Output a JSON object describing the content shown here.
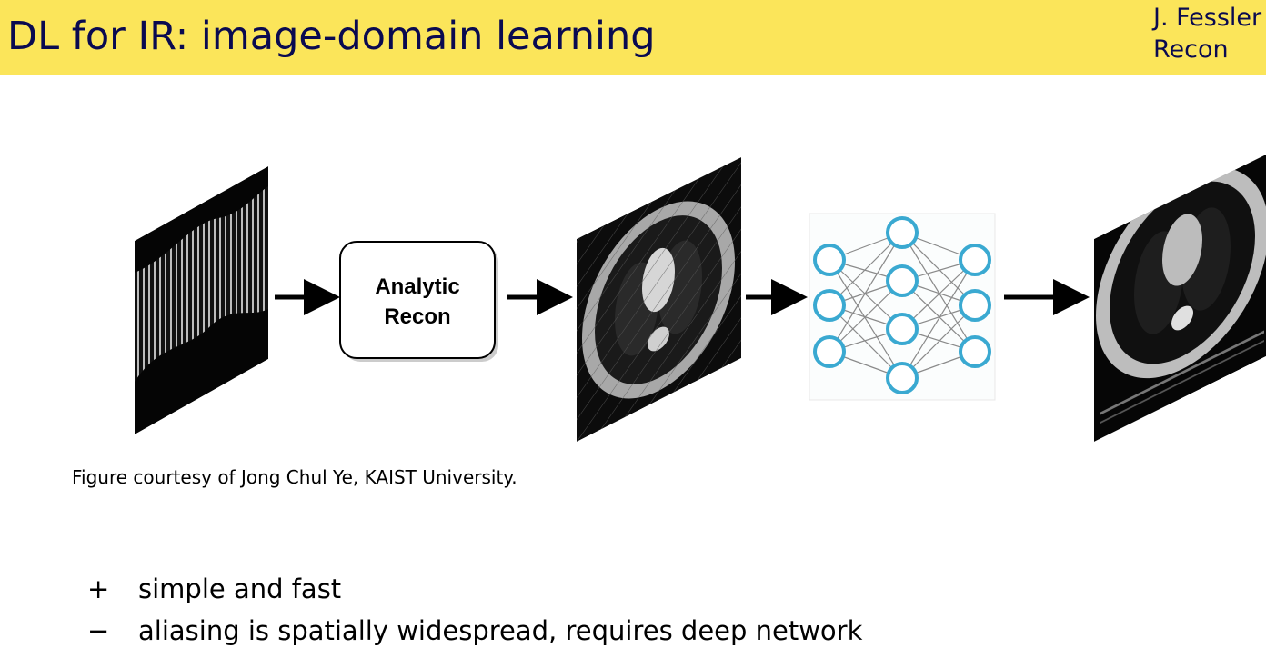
{
  "header": {
    "title": "DL for IR: image-domain learning",
    "author": "J. Fessler",
    "subtitle": "Recon"
  },
  "figure": {
    "box_label_line1": "Analytic",
    "box_label_line2": "Recon",
    "caption": "Figure courtesy of Jong Chul Ye, KAIST University.",
    "network_color": "#3aa9d1"
  },
  "bullets": [
    {
      "symbol": "+",
      "text": "simple and fast"
    },
    {
      "symbol": "−",
      "text": "aliasing is spatially widespread, requires deep network"
    }
  ],
  "colors": {
    "header_bg": "#fbe55a",
    "title_text": "#0a0a50"
  }
}
